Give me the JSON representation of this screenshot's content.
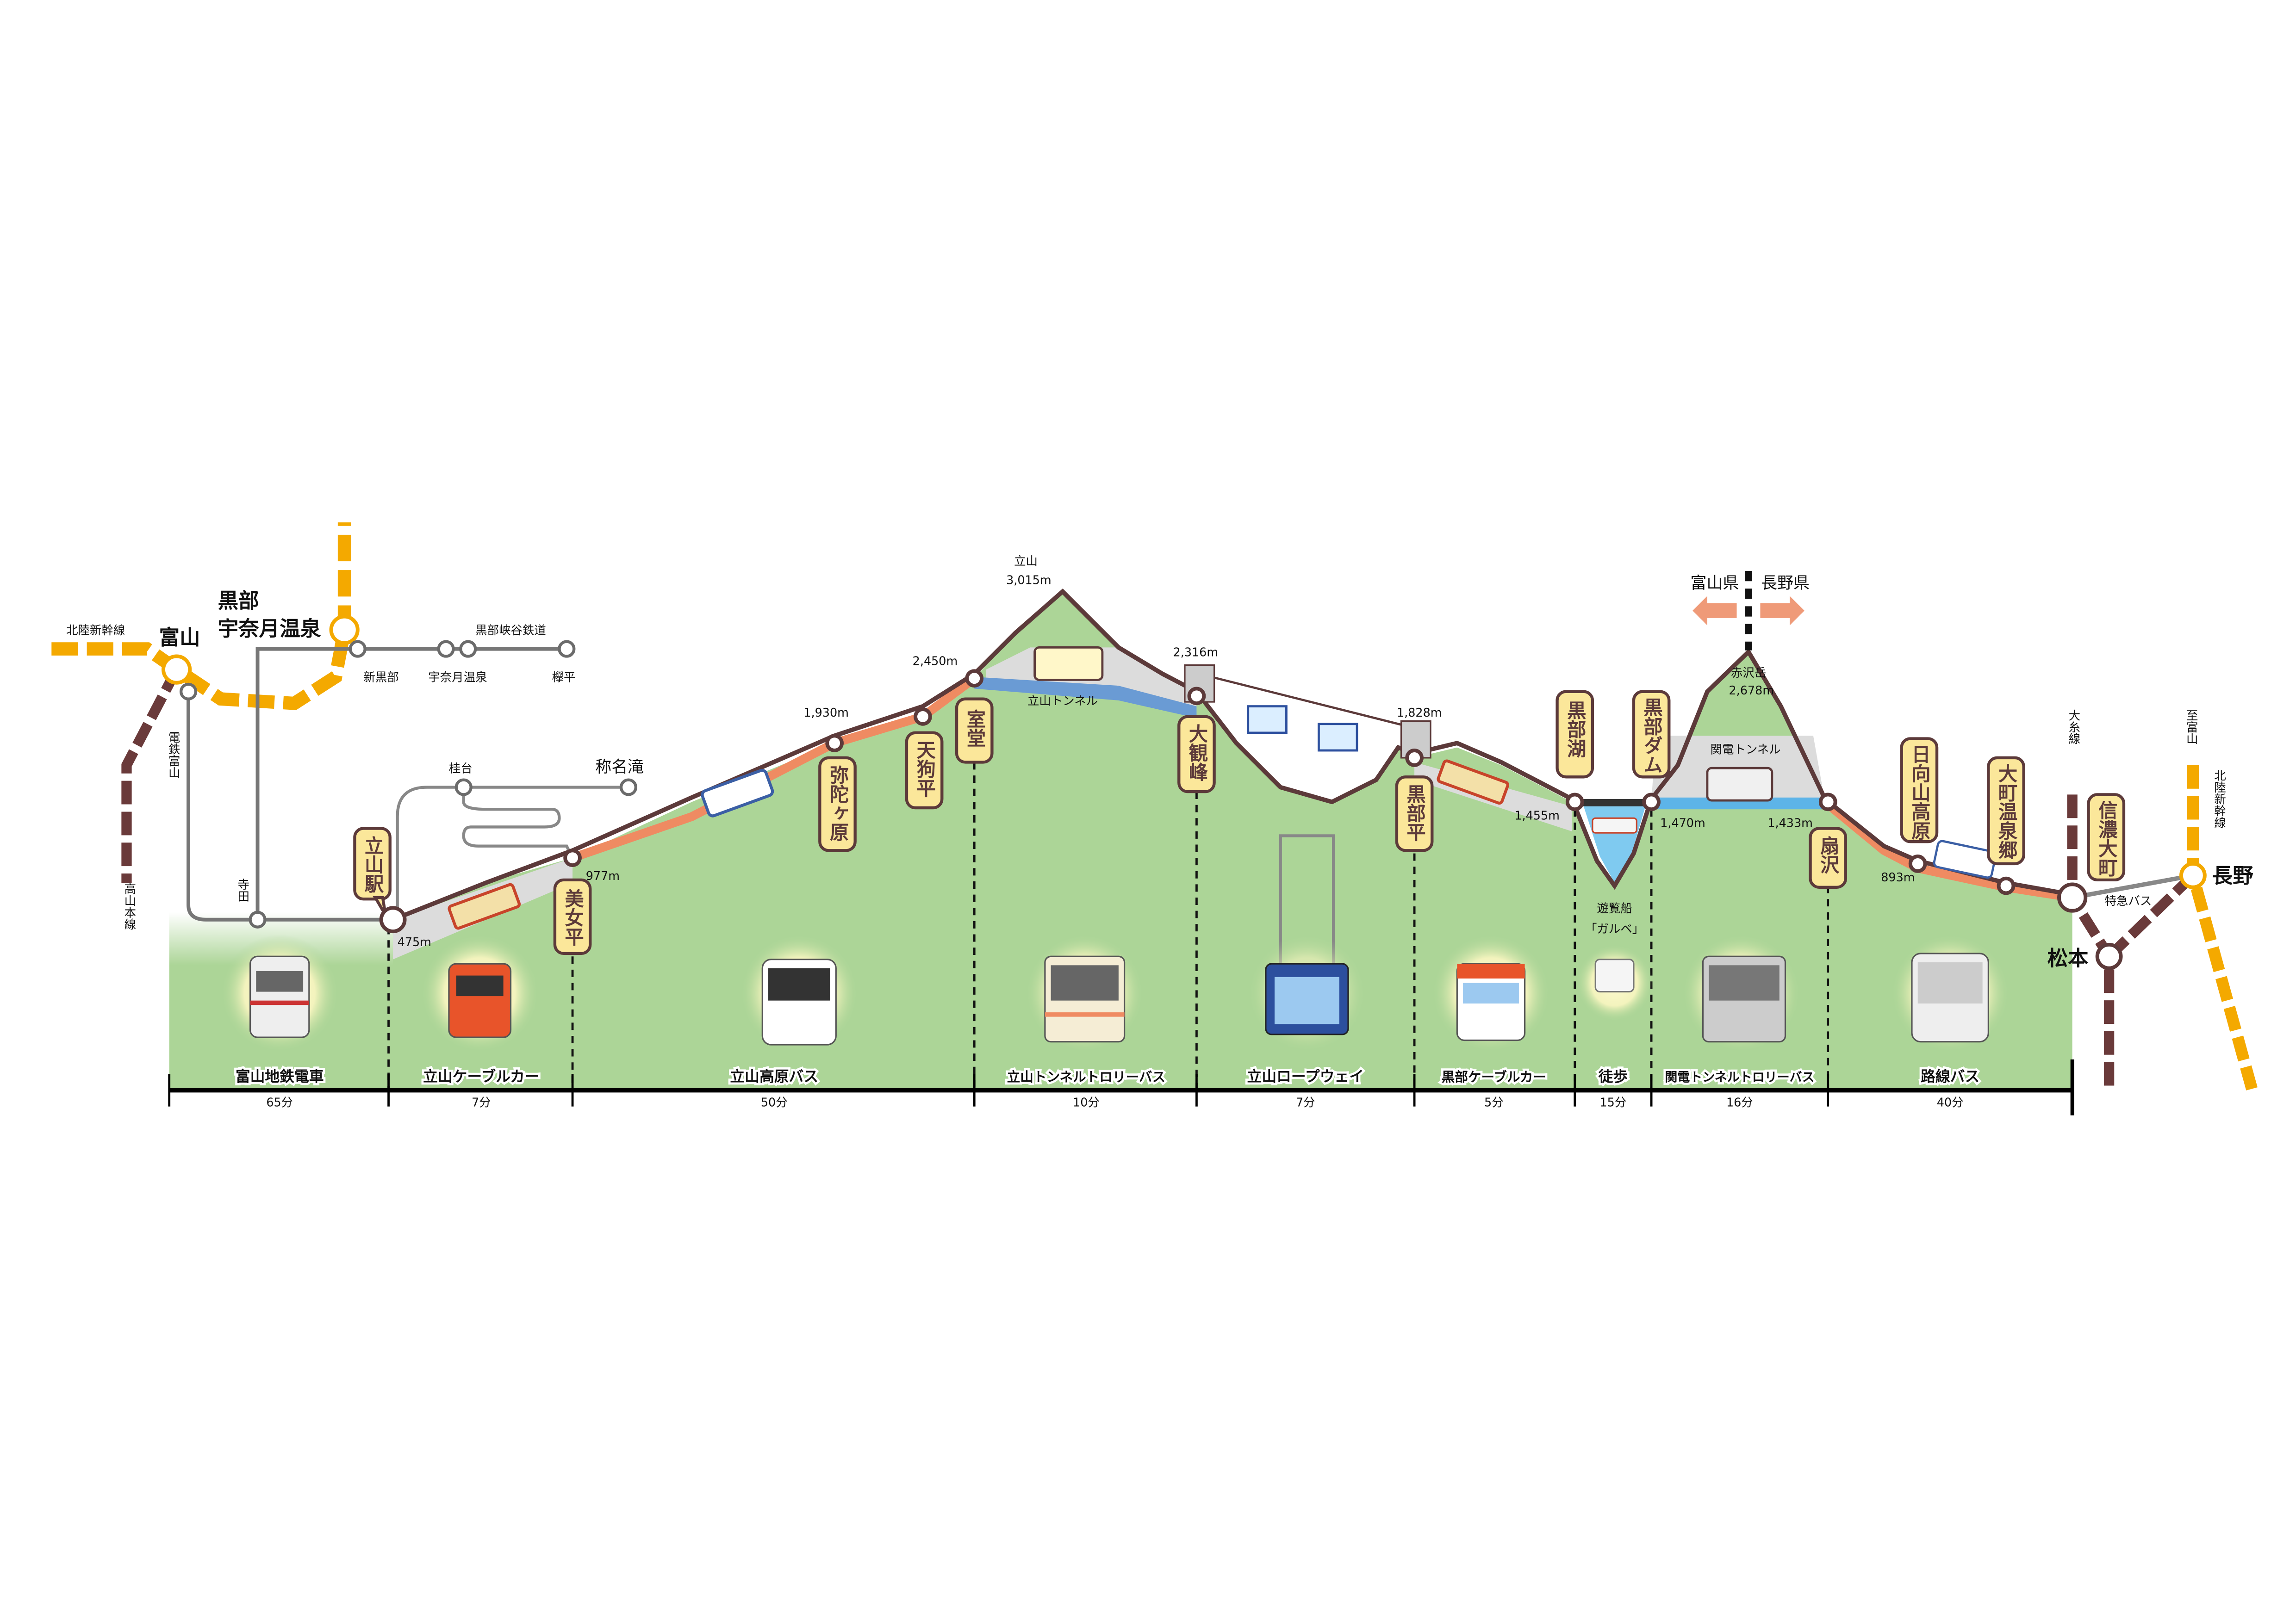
{
  "title_regions": {
    "toyama_pref": "富山県",
    "nagano_pref": "長野県"
  },
  "colors": {
    "ground": "#acd597",
    "route": "#ef8b62",
    "ridge": "#5c3a3a",
    "callout": "#fbe79a",
    "shinkansen": "#f4a900",
    "tunnel_water": "#6a9bd4",
    "tunnel": "#dcdcdc"
  },
  "rail_map": {
    "hokuriku_shinkansen": "北陸新幹線",
    "toyama": "富山",
    "kurobe_unazuki_line1": "黒部",
    "kurobe_unazuki_line2": "宇奈月温泉",
    "takayama_line": "高山本線",
    "dentetsu_toyama": "電鉄富山",
    "terada": "寺田",
    "shin_kurobe": "新黒部",
    "unazuki_onsen": "宇奈月温泉",
    "kurobe_gorge_railway": "黒部峡谷鉄道",
    "keyakidaira": "欅平",
    "katsuradai": "桂台",
    "shomyo_falls": "称名滝",
    "oito_line": "大糸線",
    "to_toyama": "至富山",
    "hokuriku_shinkansen_right": "北陸新幹線",
    "nagano": "長野",
    "matsumoto": "松本",
    "express_bus": "特急バス"
  },
  "stations": [
    {
      "name": "立山駅",
      "elevation": "475m"
    },
    {
      "name": "美女平",
      "elevation": "977m"
    },
    {
      "name": "弥陀ヶ原",
      "elevation": "1,930m"
    },
    {
      "name": "天狗平",
      "elevation": ""
    },
    {
      "name": "室堂",
      "elevation": "2,450m"
    },
    {
      "name": "大観峰",
      "elevation": "2,316m"
    },
    {
      "name": "黒部平",
      "elevation": "1,828m"
    },
    {
      "name": "黒部湖",
      "elevation": "1,455m"
    },
    {
      "name": "黒部ダム",
      "elevation": "1,470m"
    },
    {
      "name": "扇沢",
      "elevation": "1,433m"
    },
    {
      "name": "日向山高原",
      "elevation": "893m"
    },
    {
      "name": "大町温泉郷",
      "elevation": ""
    },
    {
      "name": "信濃大町",
      "elevation": ""
    }
  ],
  "peaks": [
    {
      "name": "立山",
      "elevation": "3,015m"
    },
    {
      "name": "赤沢岳",
      "elevation": "2,678m"
    }
  ],
  "tunnels": {
    "tateyama": "立山トンネル",
    "kanden": "関電トンネル"
  },
  "boat": {
    "line1": "遊覧船",
    "line2": "「ガルベ」"
  },
  "segments": [
    {
      "mode": "富山地鉄電車",
      "time": "65分"
    },
    {
      "mode": "立山ケーブルカー",
      "time": "7分"
    },
    {
      "mode": "立山高原バス",
      "time": "50分"
    },
    {
      "mode": "立山トンネルトロリーバス",
      "time": "10分"
    },
    {
      "mode": "立山ロープウェイ",
      "time": "7分"
    },
    {
      "mode": "黒部ケーブルカー",
      "time": "5分"
    },
    {
      "mode": "徒歩",
      "time": "15分"
    },
    {
      "mode": "関電トンネルトロリーバス",
      "time": "16分"
    },
    {
      "mode": "路線バス",
      "time": "40分"
    }
  ]
}
